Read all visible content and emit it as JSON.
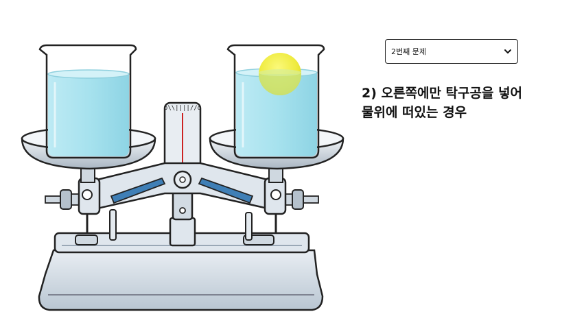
{
  "scale": {
    "gauge_text": "o\\\\||||//o"
  },
  "controls": {
    "problem_select": {
      "selected": "2번째 문제",
      "icon": "chevron-down-icon"
    },
    "question": {
      "line1": "2) 오른쪽에만 탁구공을 넣어",
      "line2": "물위에 떠있는 경우"
    }
  },
  "colors": {
    "water": "#a9e4f0",
    "water_dark": "#7ccadb",
    "metal": "#d6dee6",
    "arm_blue": "#3f7fb6",
    "ball": "#f2f046",
    "ball_green": "#c8e27a",
    "pointer": "#cc2222"
  }
}
